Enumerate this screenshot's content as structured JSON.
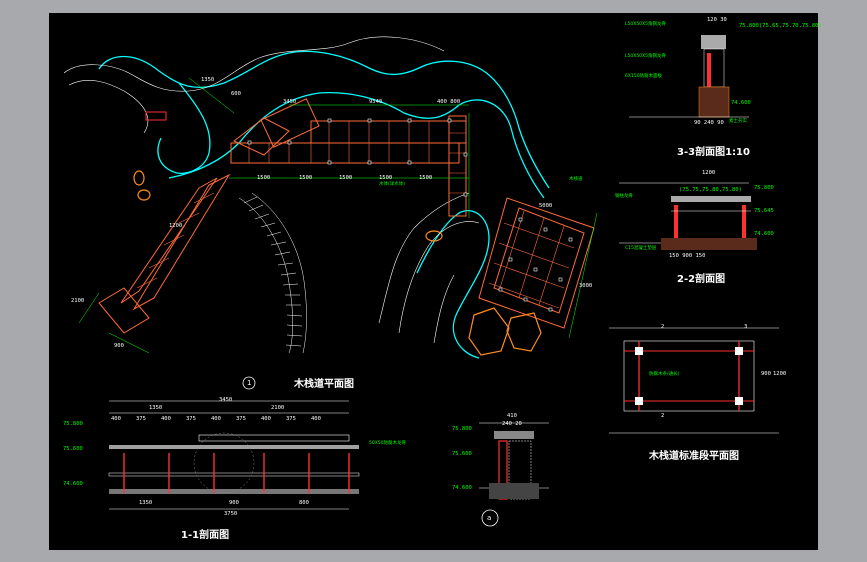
{
  "titles": {
    "plan": "木栈道平面图",
    "section_11": "1-1剖面图",
    "section_22": "2-2剖面图",
    "section_33": "3-3剖面图1:10",
    "std_plan": "木栈道标准段平面图",
    "detail_mark": "a",
    "north_mark": "1"
  },
  "plan_dims": {
    "d3450": "3450",
    "d9540": "9540",
    "d400": "400 800",
    "d1500a": "1500",
    "d1500b": "1500",
    "d1500c": "1500",
    "d1500d": "1500",
    "d1500e": "1500",
    "d1200": "1200",
    "d1350": "1350",
    "d5000": "5000",
    "d3000": "3000",
    "d2100": "2100",
    "d900": "900",
    "d600": "600"
  },
  "section11": {
    "d1350": "1350",
    "d3450": "3450",
    "d2100": "2100",
    "d400s": [
      "400",
      "375",
      "400",
      "375",
      "400",
      "375",
      "400",
      "375",
      "400"
    ],
    "b1350": "1350",
    "b900": "900",
    "b800": "800",
    "b3750": "3750",
    "el_top": "75.800",
    "el_mid": "75.600",
    "el_bot": "74.600"
  },
  "section_a": {
    "d410": "410",
    "d_sub": "240 20",
    "el_top": "75.800",
    "el_mid": "75.600",
    "el_bot": "74.600"
  },
  "section33": {
    "d120": "120 30",
    "el_top": "75.800(75.65,75.70,75.80)",
    "el_bot": "74.600",
    "b": "90  240  90"
  },
  "section22": {
    "d1200": "1200",
    "el_top": "75.800",
    "el_top2": "(75.75,75.80,75.80)",
    "el_side": "75.645",
    "el_bot": "74.600",
    "b": "150      900      150"
  },
  "std_plan": {
    "mark2a": "2",
    "mark2b": "2",
    "mark3": "3",
    "d900": "900",
    "d1200": "1200"
  },
  "notes": {
    "a": "L50X50X5角钢龙骨",
    "b": "L50X50X5角钢龙骨",
    "c": "6X150防腐木面板",
    "d": "素土夯实",
    "e": "钢柱龙骨",
    "f": "C15混凝土垫层",
    "g": "防腐木条(通长)",
    "h": "50X50防腐木龙骨",
    "i": "木栈道",
    "j": "水体(详水体)"
  },
  "colors": {
    "background": "#000000",
    "frame": "#a7a9ad",
    "water": "#00ffff",
    "deck": "#ff6a3a",
    "rock": "#ff8c1a",
    "dimension": "#00ff00",
    "text": "#ffffff"
  }
}
